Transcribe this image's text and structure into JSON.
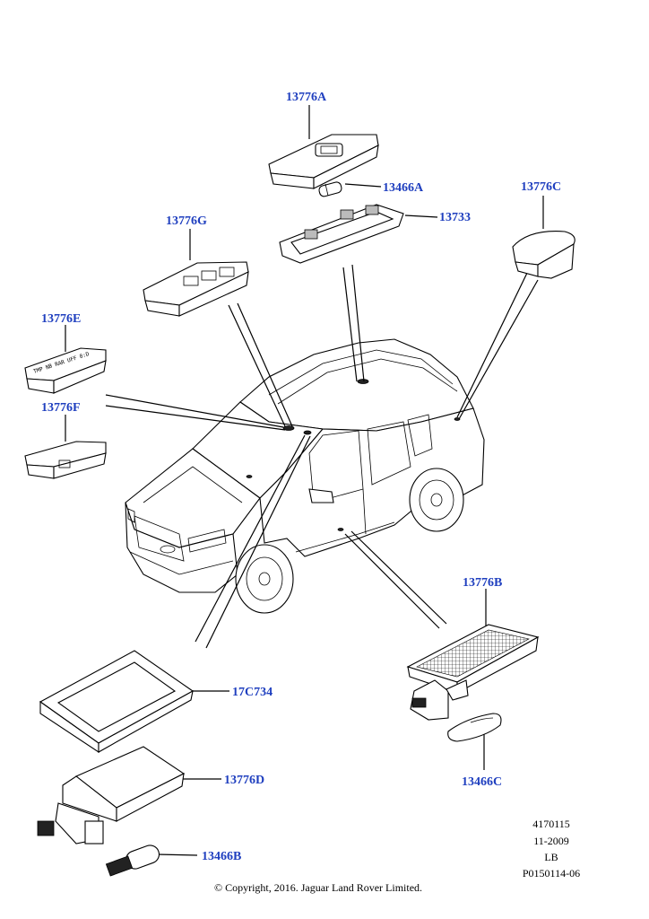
{
  "labels": {
    "l13776A": "13776A",
    "l13466A": "13466A",
    "l13733": "13733",
    "l13776C": "13776C",
    "l13776G": "13776G",
    "l13776E": "13776E",
    "l13776F": "13776F",
    "l13776B": "13776B",
    "l17C734": "17C734",
    "l13776D": "13776D",
    "l13466C": "13466C",
    "l13466B": "13466B"
  },
  "switch_text": "TMP NB RAR UFF 8:D",
  "meta": {
    "ref": "4170115",
    "date": "11-2009",
    "code": "LB",
    "plate": "P0150114-06"
  },
  "copyright": "© Copyright, 2016. Jaguar Land Rover Limited.",
  "colors": {
    "label": "#1f3fbf",
    "line": "#000000"
  }
}
